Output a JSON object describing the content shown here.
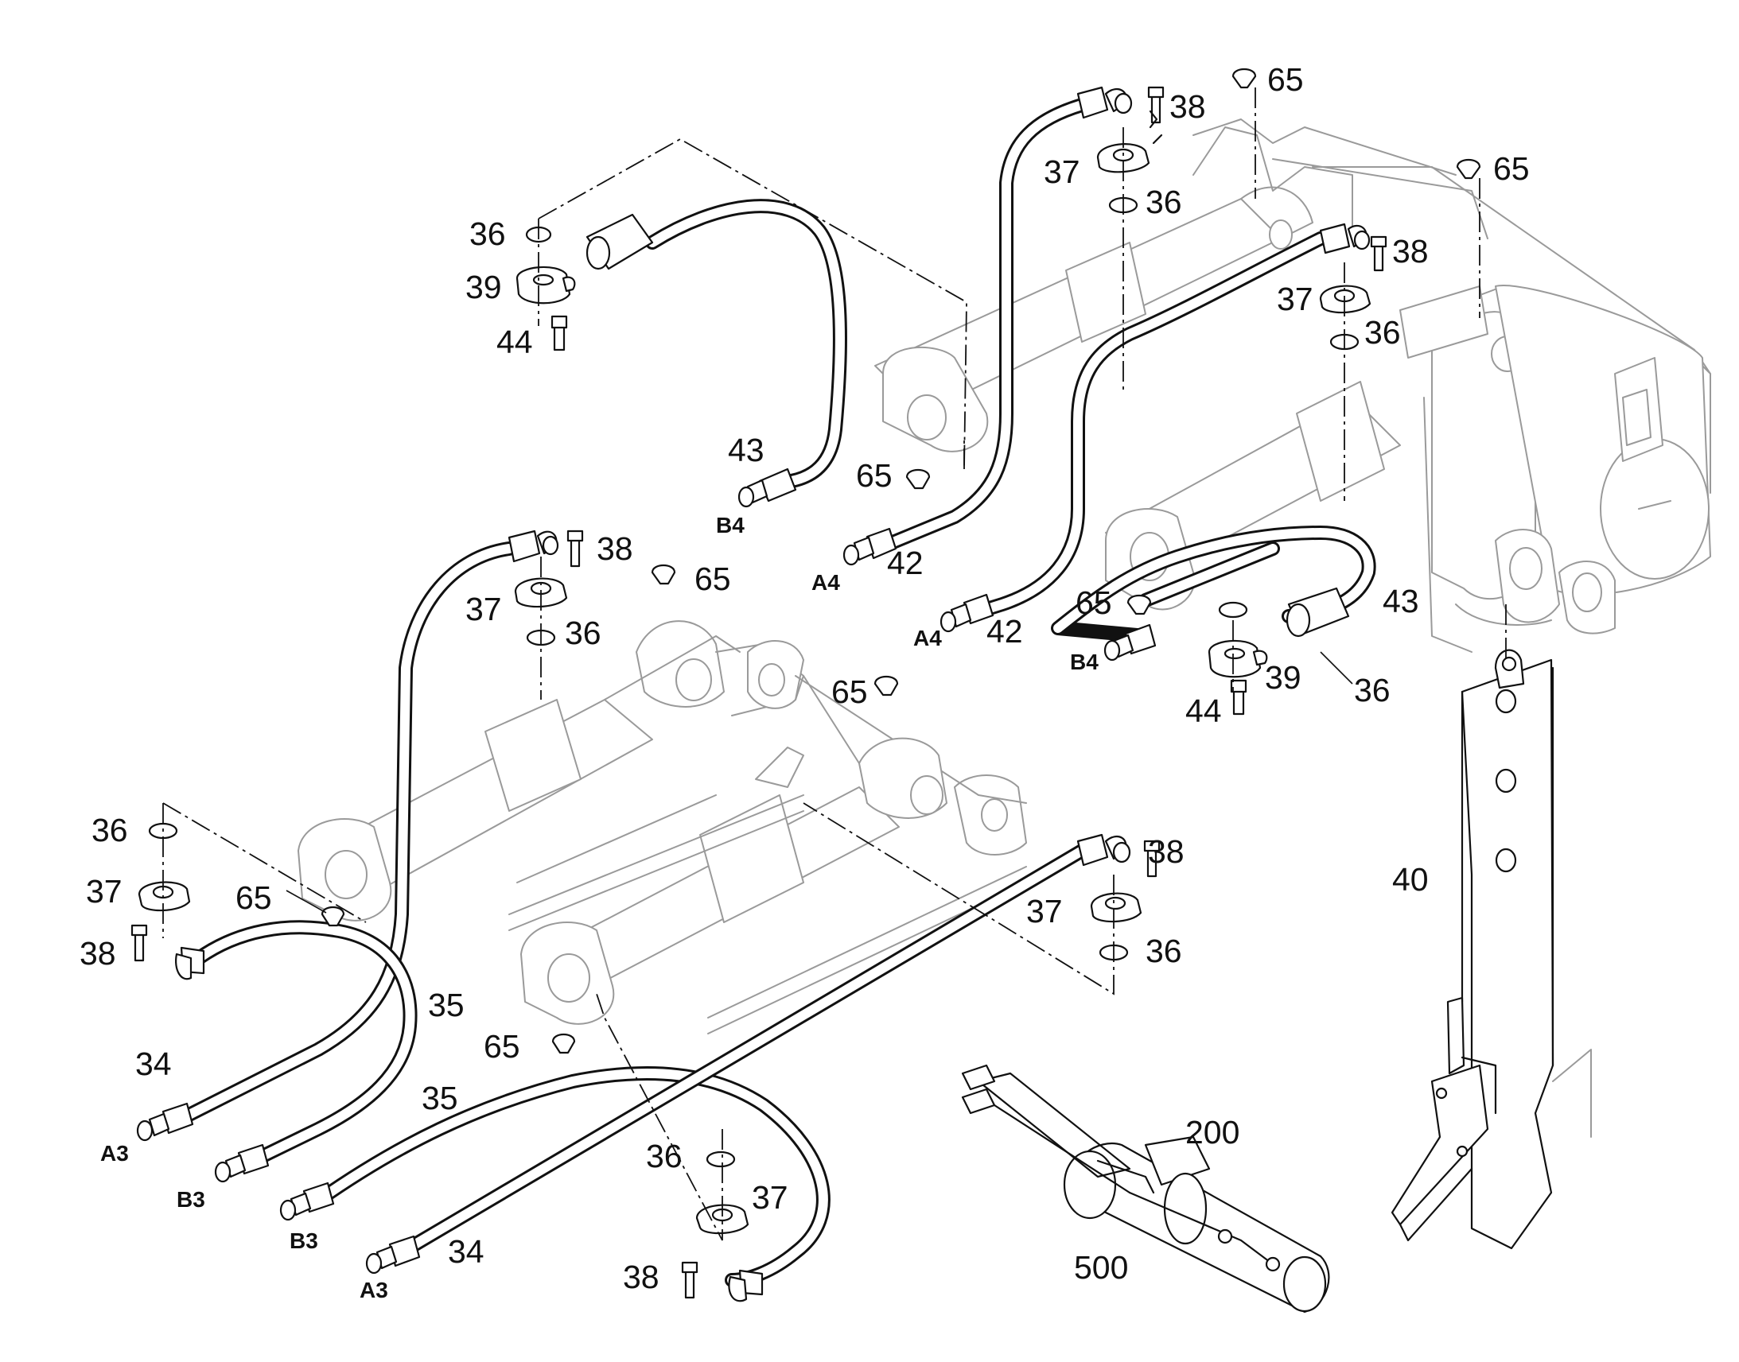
{
  "diagram": {
    "labels": [
      {
        "id": "l36a",
        "text": "36"
      },
      {
        "id": "l39a",
        "text": "39"
      },
      {
        "id": "l44a",
        "text": "44"
      },
      {
        "id": "l43a",
        "text": "43"
      },
      {
        "id": "l65a",
        "text": "65"
      },
      {
        "id": "l38a",
        "text": "38"
      },
      {
        "id": "l65b",
        "text": "65"
      },
      {
        "id": "l37a",
        "text": "37"
      },
      {
        "id": "l36b",
        "text": "36"
      },
      {
        "id": "l65c",
        "text": "65"
      },
      {
        "id": "l38b",
        "text": "38"
      },
      {
        "id": "l37b",
        "text": "37"
      },
      {
        "id": "l36c",
        "text": "36"
      },
      {
        "id": "l42a",
        "text": "42"
      },
      {
        "id": "l42b",
        "text": "42"
      },
      {
        "id": "l65d",
        "text": "65"
      },
      {
        "id": "l43b",
        "text": "43"
      },
      {
        "id": "l39b",
        "text": "39"
      },
      {
        "id": "l36d",
        "text": "36"
      },
      {
        "id": "l44b",
        "text": "44"
      },
      {
        "id": "l38c",
        "text": "38"
      },
      {
        "id": "l37c",
        "text": "37"
      },
      {
        "id": "l36e",
        "text": "36"
      },
      {
        "id": "l65e",
        "text": "65"
      },
      {
        "id": "l65f",
        "text": "65"
      },
      {
        "id": "l36f",
        "text": "36"
      },
      {
        "id": "l37d",
        "text": "37"
      },
      {
        "id": "l38d",
        "text": "38"
      },
      {
        "id": "l65g",
        "text": "65"
      },
      {
        "id": "l35a",
        "text": "35"
      },
      {
        "id": "l34a",
        "text": "34"
      },
      {
        "id": "l65h",
        "text": "65"
      },
      {
        "id": "l35b",
        "text": "35"
      },
      {
        "id": "l38e",
        "text": "38"
      },
      {
        "id": "l37e",
        "text": "37"
      },
      {
        "id": "l36g",
        "text": "36"
      },
      {
        "id": "l40",
        "text": "40"
      },
      {
        "id": "l200",
        "text": "200"
      },
      {
        "id": "l500",
        "text": "500"
      },
      {
        "id": "l36h",
        "text": "36"
      },
      {
        "id": "l37f",
        "text": "37"
      },
      {
        "id": "l38f",
        "text": "38"
      },
      {
        "id": "l34b",
        "text": "34"
      }
    ],
    "ports": [
      {
        "id": "pB4a",
        "text": "B4"
      },
      {
        "id": "pA4a",
        "text": "A4"
      },
      {
        "id": "pA4b",
        "text": "A4"
      },
      {
        "id": "pB4b",
        "text": "B4"
      },
      {
        "id": "pA3a",
        "text": "A3"
      },
      {
        "id": "pB3a",
        "text": "B3"
      },
      {
        "id": "pB3b",
        "text": "B3"
      },
      {
        "id": "pA3b",
        "text": "A3"
      }
    ]
  }
}
